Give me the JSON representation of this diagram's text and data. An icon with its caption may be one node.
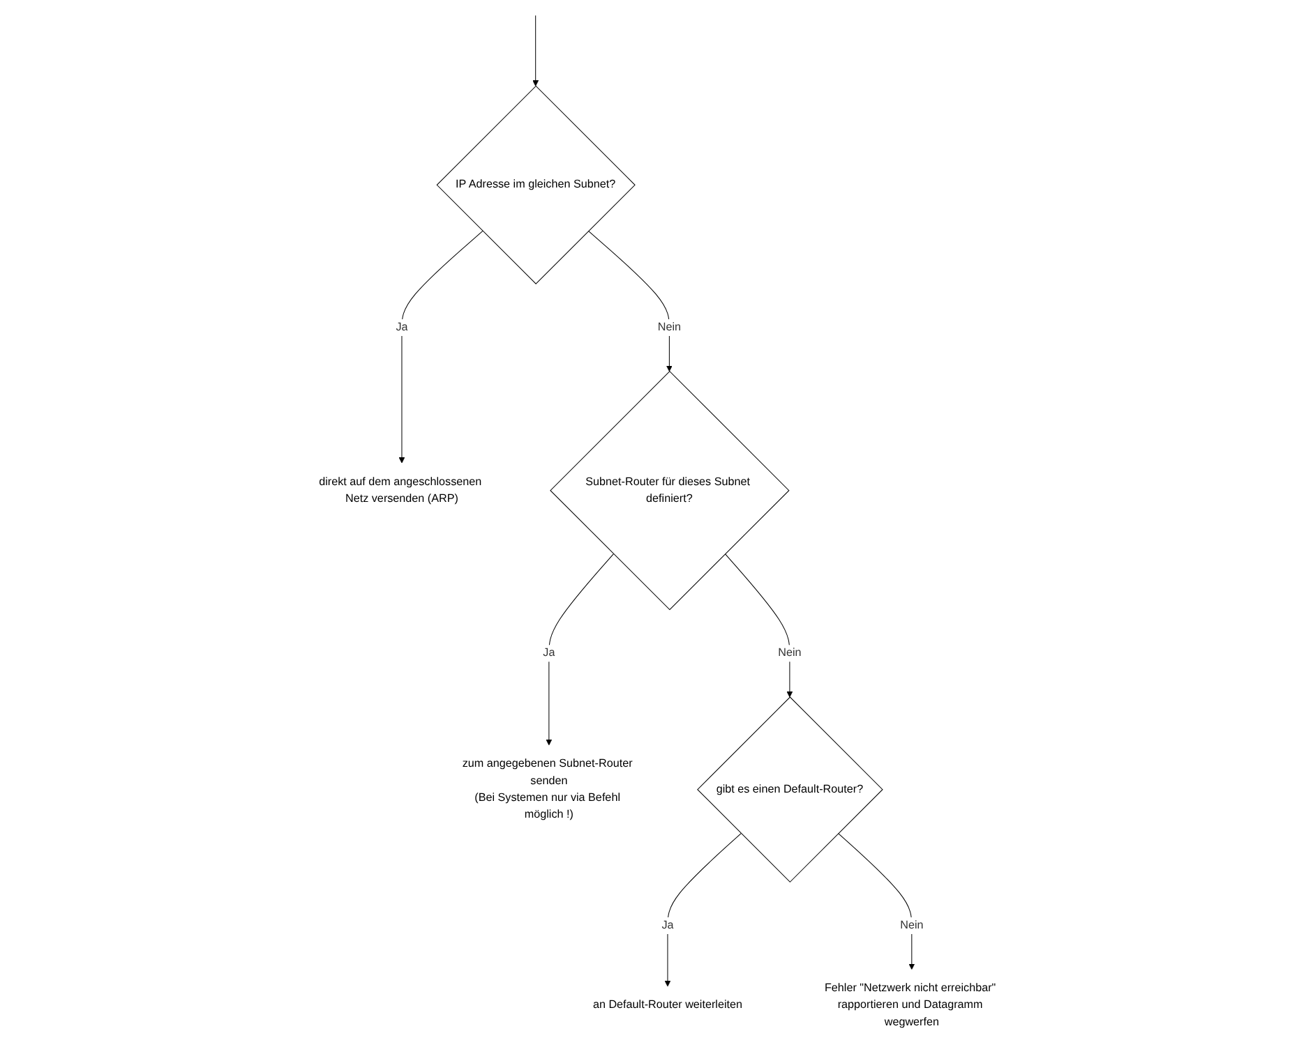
{
  "diagram": {
    "nodes": [
      {
        "text": [
          "IP Adresse im gleichen Subnet?"
        ]
      },
      {
        "text": [
          "direkt auf dem angeschlossenen Netz versenden (ARP)"
        ]
      },
      {
        "text": [
          "Subnet-Router für dieses Subnet definiert?"
        ]
      },
      {
        "text": [
          "zum angegebenen Subnet-Router senden",
          "(Bei Systemen nur via Befehl möglich !)"
        ]
      },
      {
        "text": [
          "gibt es einen Default-Router?"
        ]
      },
      {
        "text": [
          "an Default-Router weiterleiten"
        ]
      },
      {
        "text": [
          "Fehler \"Netzwerk nicht erreichbar\" rapportieren und Datagramm wegwerfen"
        ]
      }
    ],
    "edges": [
      {
        "from": null,
        "to": 0,
        "arrow": "to"
      },
      {
        "from": 0,
        "to": 1,
        "label": "Ja",
        "arrow": "to"
      },
      {
        "from": 0,
        "to": 2,
        "label": "Nein",
        "arrow": "to"
      },
      {
        "from": 2,
        "to": 3,
        "label": "Ja",
        "arrow": "to"
      },
      {
        "from": 2,
        "to": 4,
        "label": "Nein",
        "arrow": "to"
      },
      {
        "from": 4,
        "to": 5,
        "label": "Ja",
        "arrow": "to"
      },
      {
        "from": 4,
        "to": 6,
        "label": "Nein",
        "arrow": "to"
      }
    ]
  }
}
